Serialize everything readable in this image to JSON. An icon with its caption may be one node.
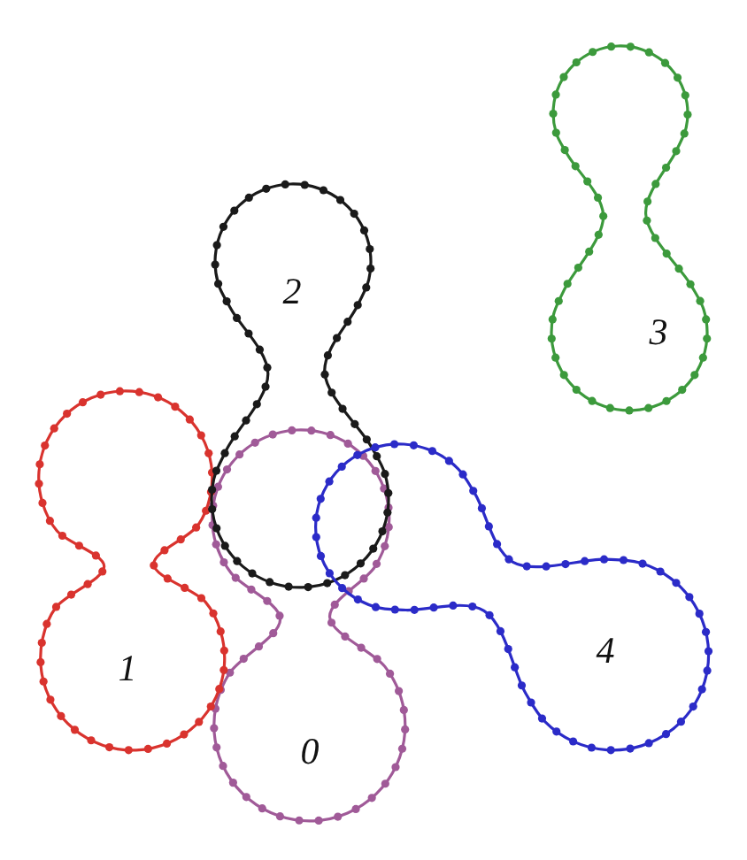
{
  "diagram": {
    "nodes": [
      {
        "text": [
          "0"
        ]
      },
      {
        "text": [
          "1"
        ]
      },
      {
        "text": [
          "2"
        ]
      },
      {
        "text": [
          "3"
        ]
      },
      {
        "text": [
          "4"
        ]
      }
    ]
  }
}
